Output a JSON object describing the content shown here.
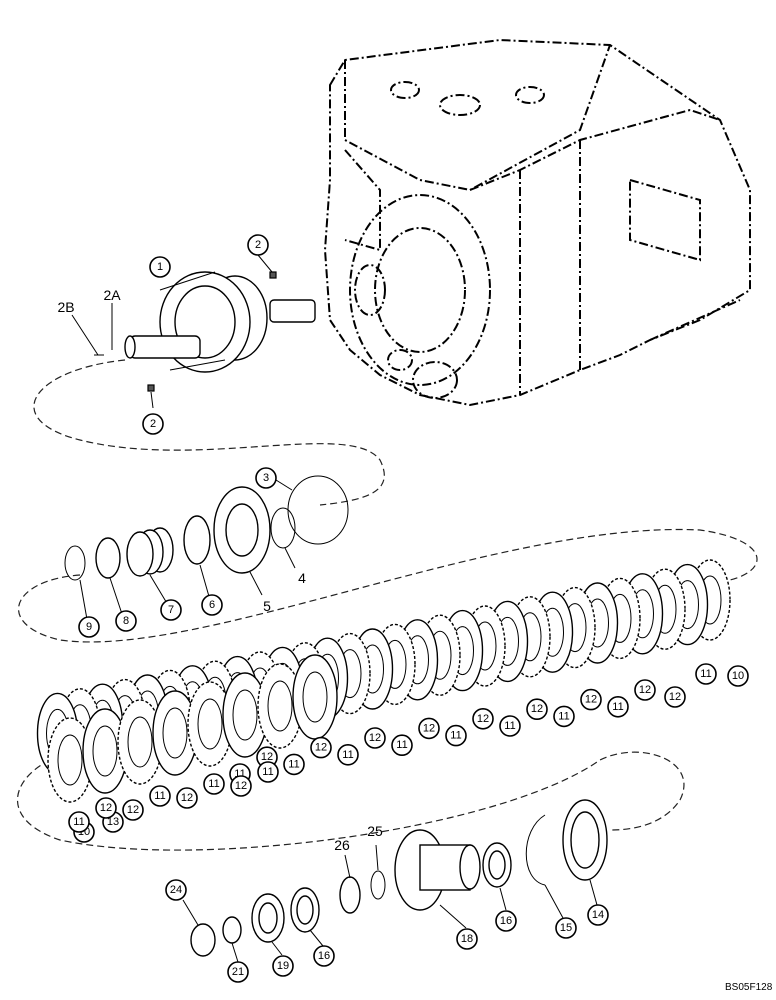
{
  "callouts": [
    {
      "id": "c1",
      "text": "1"
    },
    {
      "id": "c2a",
      "text": "2"
    },
    {
      "id": "c2b",
      "text": "2"
    },
    {
      "id": "c3",
      "text": "3"
    },
    {
      "id": "c6",
      "text": "6"
    },
    {
      "id": "c7",
      "text": "7"
    },
    {
      "id": "c8",
      "text": "8"
    },
    {
      "id": "c9",
      "text": "9"
    },
    {
      "id": "c10a",
      "text": "10"
    },
    {
      "id": "c10b",
      "text": "10"
    },
    {
      "id": "c11",
      "text": "11"
    },
    {
      "id": "c12",
      "text": "12"
    },
    {
      "id": "c13",
      "text": "13"
    },
    {
      "id": "c14",
      "text": "14"
    },
    {
      "id": "c15",
      "text": "15"
    },
    {
      "id": "c16a",
      "text": "16"
    },
    {
      "id": "c16b",
      "text": "16"
    },
    {
      "id": "c18",
      "text": "18"
    },
    {
      "id": "c19",
      "text": "19"
    },
    {
      "id": "c21",
      "text": "21"
    },
    {
      "id": "c24",
      "text": "24"
    }
  ],
  "labels": {
    "l2a": "2A",
    "l2b": "2B",
    "l4": "4",
    "l5": "5",
    "l25": "25",
    "l26": "26"
  },
  "reference_code": "BS05F128",
  "upper_row": [
    "12",
    "11",
    "12",
    "11",
    "12",
    "11",
    "12",
    "11",
    "12",
    "11",
    "12",
    "11",
    "12",
    "11",
    "12",
    "11"
  ],
  "lower_row": [
    "11",
    "12",
    "11",
    "12",
    "11",
    "12",
    "12",
    "11"
  ]
}
